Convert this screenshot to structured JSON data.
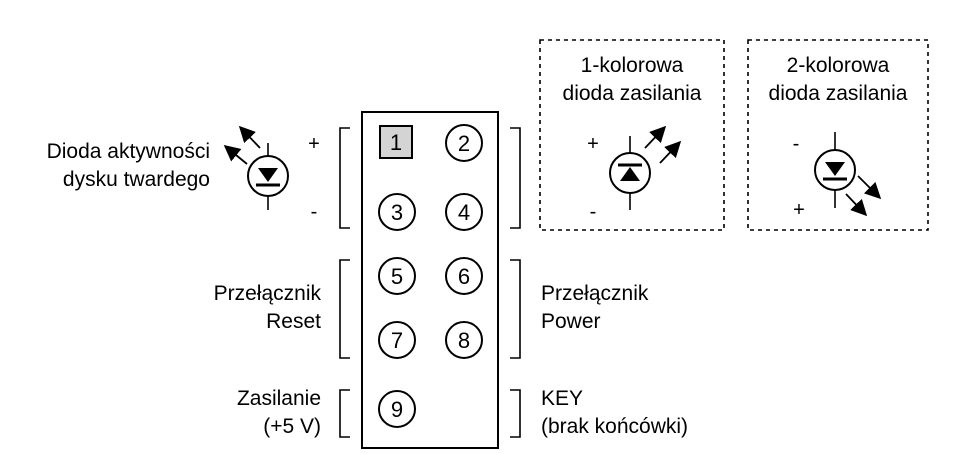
{
  "header_pins": [
    {
      "number": "1",
      "square": true
    },
    {
      "number": "2",
      "square": false
    },
    {
      "number": "3",
      "square": false
    },
    {
      "number": "4",
      "square": false
    },
    {
      "number": "5",
      "square": false
    },
    {
      "number": "6",
      "square": false
    },
    {
      "number": "7",
      "square": false
    },
    {
      "number": "8",
      "square": false
    },
    {
      "number": "9",
      "square": false
    }
  ],
  "labels": {
    "hdd_led": {
      "line1": "Dioda aktywności",
      "line2": "dysku twardego",
      "plus": "+",
      "minus": "-"
    },
    "reset": {
      "line1": "Przełącznik",
      "line2": "Reset"
    },
    "power_switch": {
      "line1": "Przełącznik",
      "line2": "Power"
    },
    "power_supply": {
      "line1": "Zasilanie",
      "line2": "(+5 V)"
    },
    "key": {
      "line1": "KEY",
      "line2": "(brak końcówki)"
    }
  },
  "led_1color": {
    "title_line1": "1-kolorowa",
    "title_line2": "dioda zasilania",
    "plus": "+",
    "minus": "-"
  },
  "led_2color": {
    "title_line1": "2-kolorowa",
    "title_line2": "dioda zasilania",
    "minus": "-",
    "plus": "+"
  }
}
